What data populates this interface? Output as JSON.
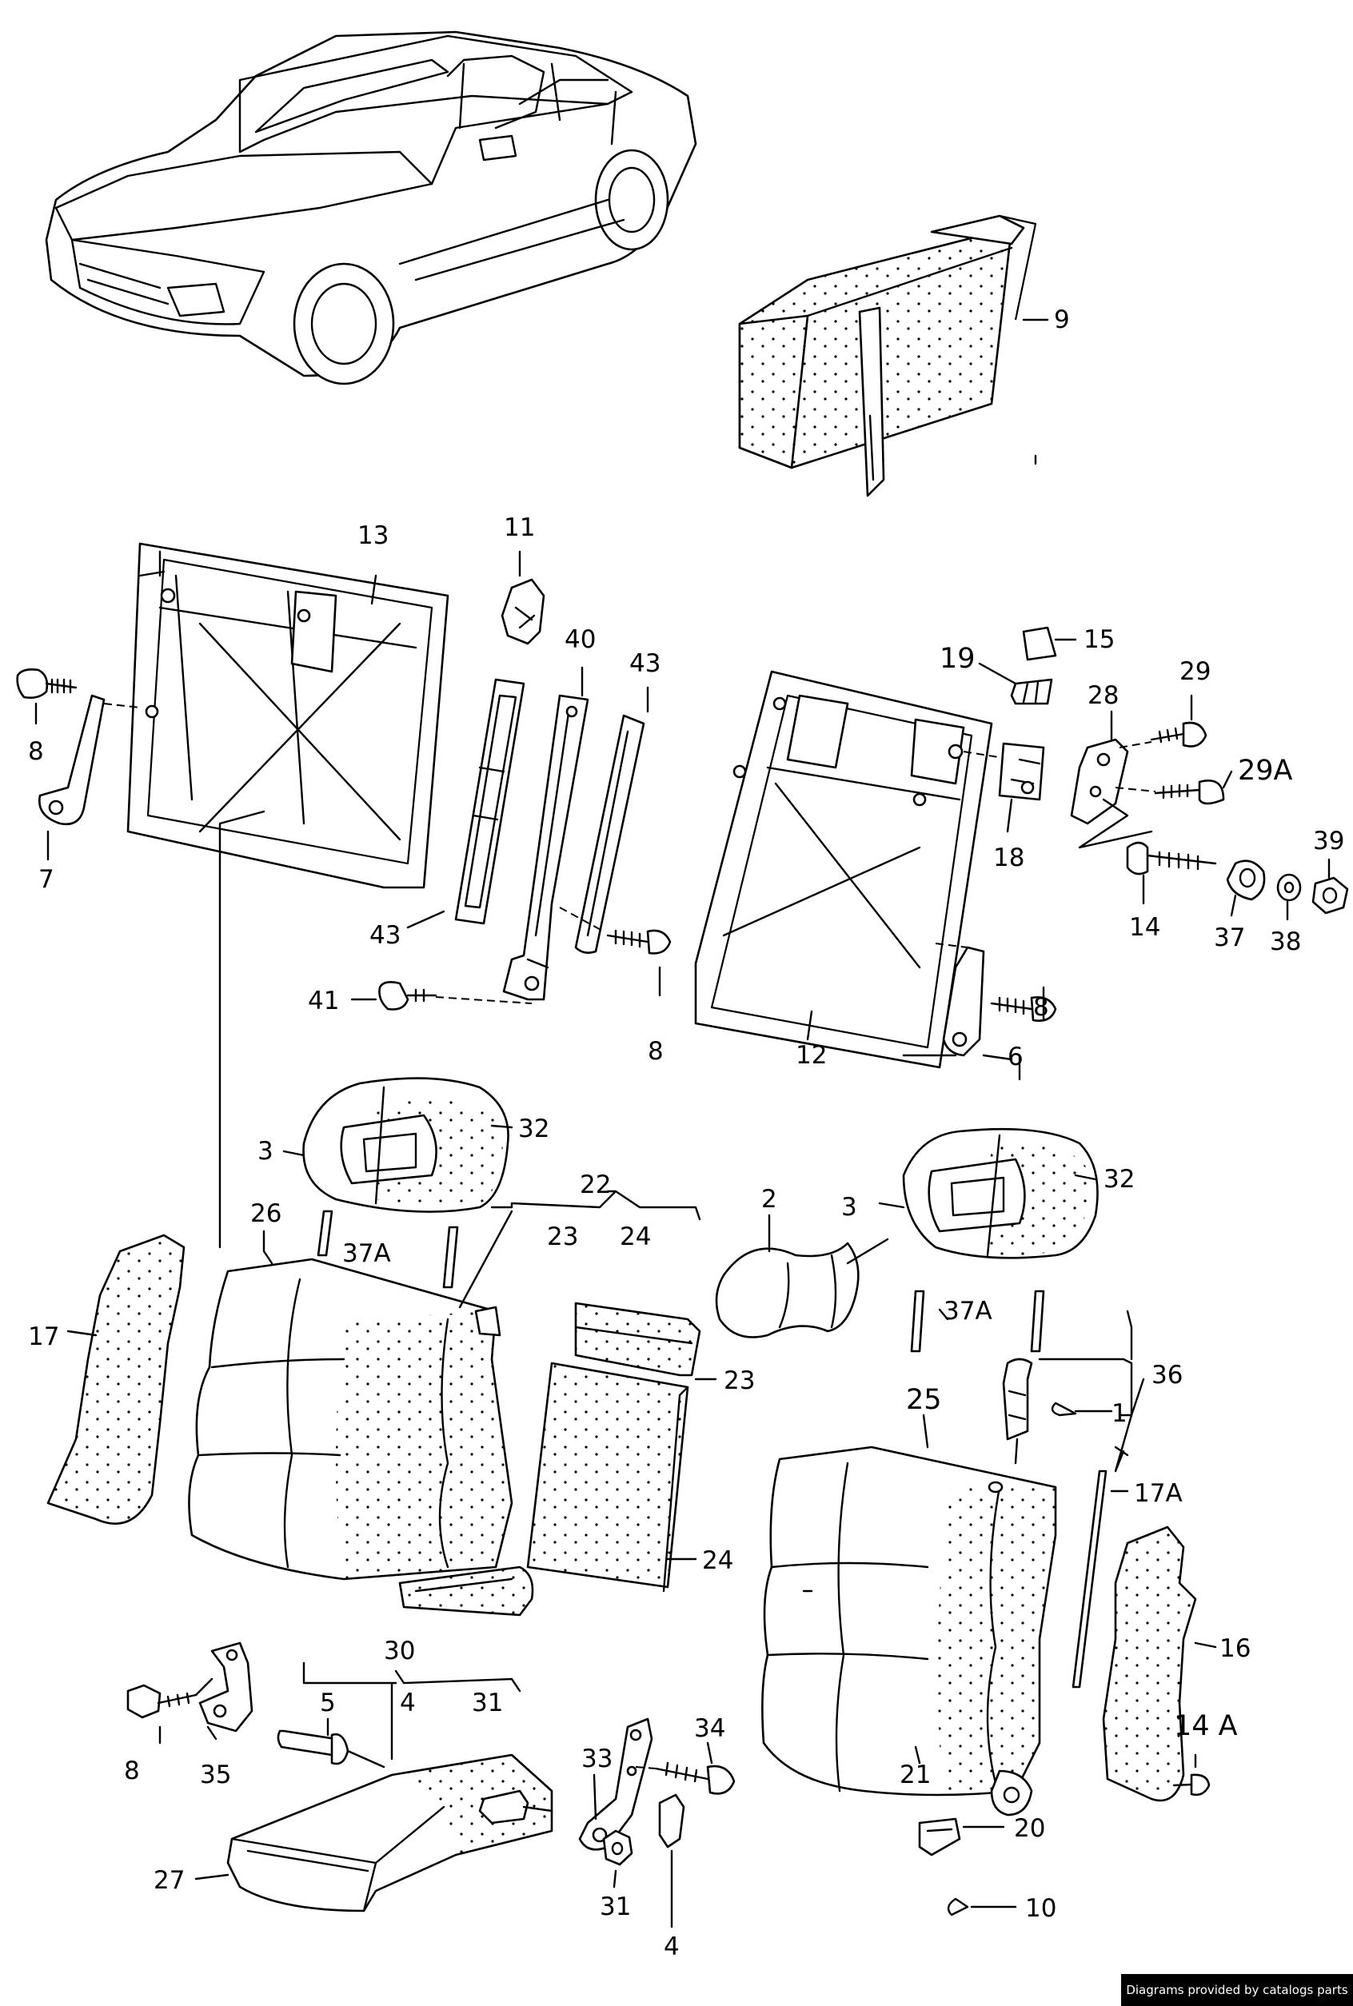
{
  "labels": {
    "c1": "1",
    "c2": "2",
    "c3a": "3",
    "c3b": "3",
    "c4a": "4",
    "c4b": "4",
    "c5": "5",
    "c6": "6",
    "c7": "7",
    "c8a": "8",
    "c8b": "8",
    "c8c": "8",
    "c8d": "8",
    "c9": "9",
    "c10": "10",
    "c11": "11",
    "c12": "12",
    "c13": "13",
    "c14": "14",
    "c14A": "14 A",
    "c15": "15",
    "c16": "16",
    "c17": "17",
    "c17A": "17A",
    "c18": "18",
    "c19": "19",
    "c20": "20",
    "c21": "21",
    "c22": "22",
    "c23a": "23",
    "c23b": "23",
    "c24a": "24",
    "c24b": "24",
    "c25": "25",
    "c26": "26",
    "c27": "27",
    "c28": "28",
    "c29": "29",
    "c29A": "29A",
    "c30": "30",
    "c31a": "31",
    "c31b": "31",
    "c32a": "32",
    "c32b": "32",
    "c33": "33",
    "c34": "34",
    "c35": "35",
    "c36": "36",
    "c37": "37",
    "c37Aa": "37A",
    "c37Ab": "37A",
    "c38": "38",
    "c39": "39",
    "c40": "40",
    "c41": "41",
    "c43a": "43",
    "c43b": "43"
  },
  "credit": "Diagrams provided by catalogs parts"
}
